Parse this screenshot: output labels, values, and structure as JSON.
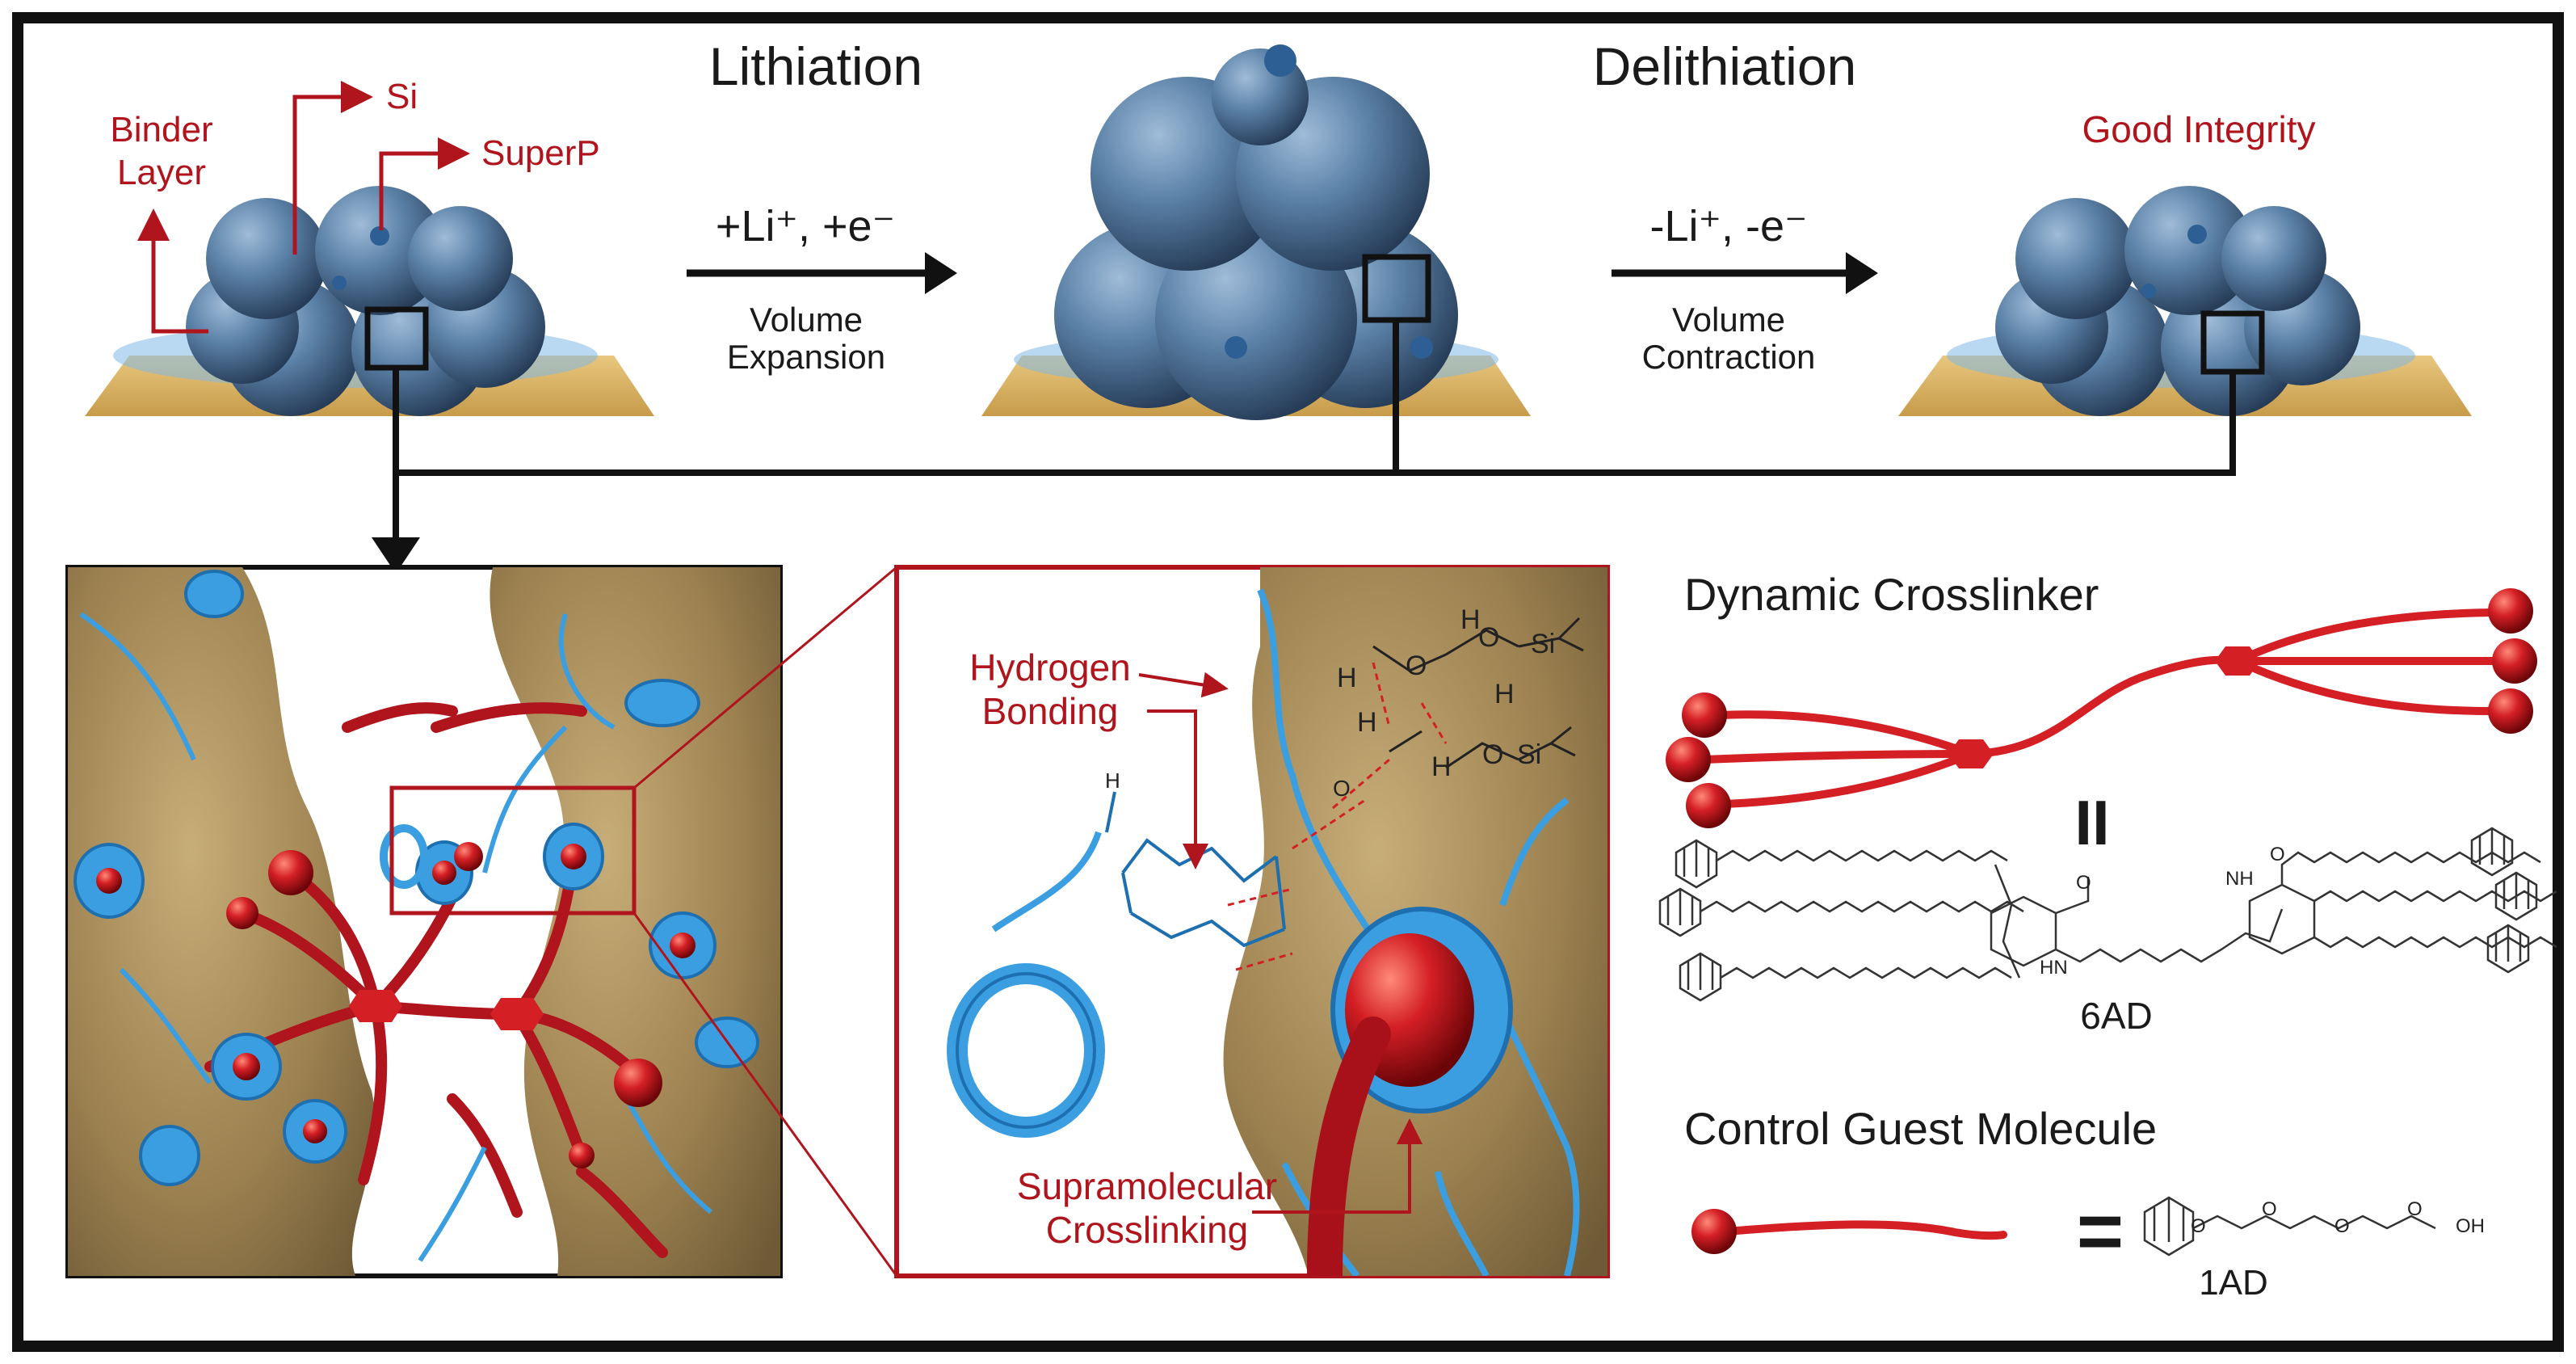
{
  "labels": {
    "lithiation": "Lithiation",
    "delithiation": "Delithiation",
    "binder_line1": "Binder",
    "binder_line2": "Layer",
    "si": "Si",
    "superp": "SuperP",
    "good_integrity": "Good Integrity",
    "lith_arrow_top": "+Li⁺, +e⁻",
    "lith_arrow_bottom1": "Volume",
    "lith_arrow_bottom2": "Expansion",
    "delith_arrow_top": "-Li⁺, -e⁻",
    "delith_arrow_bottom1": "Volume",
    "delith_arrow_bottom2": "Contraction",
    "hydrogen_line1": "Hydrogen",
    "hydrogen_line2": "Bonding",
    "supra_line1": "Supramolecular",
    "supra_line2": "Crosslinking",
    "dynamic_crosslinker": "Dynamic Crosslinker",
    "equals_vertical": "II",
    "six_ad": "6AD",
    "control_guest": "Control Guest Molecule",
    "equals": "=",
    "one_ad": "1AD",
    "oh": "OH",
    "nh": "NH",
    "hn": "HN",
    "o": "O",
    "h": "H",
    "si_atom": "Si"
  },
  "colors": {
    "red": "#b0141c",
    "bright_red": "#d41f25",
    "blue": "#3a9ee0",
    "particle": "#5a7fa6",
    "substrate": "#d9b46a",
    "rock": "#a48a5a"
  },
  "icons": [
    "arrow-right-icon",
    "arrow-down-icon",
    "adamantane-icon"
  ]
}
